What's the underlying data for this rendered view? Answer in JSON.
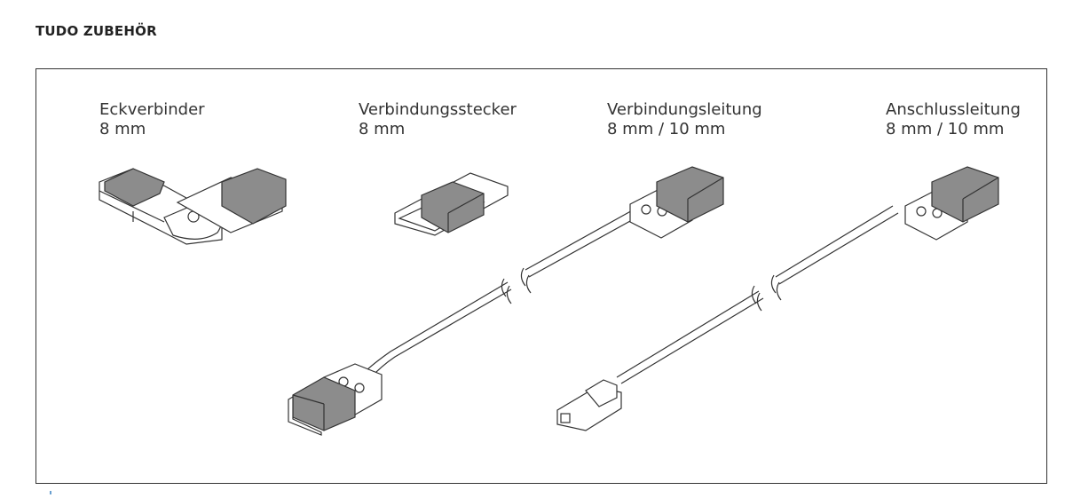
{
  "title": "TUDO ZUBEHÖR",
  "items": [
    {
      "name": "Eckverbinder",
      "size": "8 mm"
    },
    {
      "name": "Verbindungsstecker",
      "size": "8 mm"
    },
    {
      "name": "Verbindungsleitung",
      "size": "8 mm / 10 mm"
    },
    {
      "name": "Anschlussleitung",
      "size": "8 mm / 10 mm"
    }
  ],
  "colors": {
    "cap": "#8c8c8c",
    "line": "#333333"
  }
}
